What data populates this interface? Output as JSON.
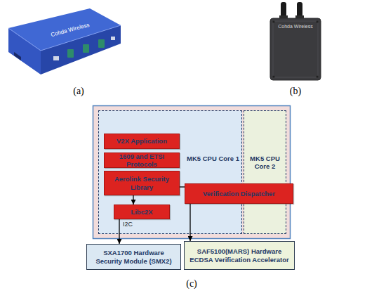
{
  "diagram": {
    "nodes": [
      {
        "text": [
          "MK5 CPU Core 1"
        ]
      },
      {
        "text": [
          "MK5 CPU Core 2"
        ]
      },
      {
        "text": [
          "V2X Application"
        ],
        "in": 0
      },
      {
        "text": [
          "1609 and ETSI Protocols"
        ],
        "in": 0
      },
      {
        "text": [
          "Aerolink Security Library"
        ],
        "in": 0
      },
      {
        "text": [
          "Verification Dispatcher"
        ],
        "in": 0
      },
      {
        "text": [
          "Libc2X"
        ],
        "in": 0
      },
      {
        "text": [
          "SXA1700 Hardware Security Module (SMX2)"
        ]
      },
      {
        "text": [
          "SAF5100(MARS) Hardware ECDSA Verification Accelerator"
        ]
      }
    ],
    "edges": [
      {
        "from": 4,
        "to": 6,
        "arrow": "to"
      },
      {
        "from": 4,
        "to": 5,
        "arrow": "none"
      },
      {
        "from": 6,
        "to": 7,
        "arrow": "to",
        "label": "I2C"
      },
      {
        "from": 5,
        "to": 8,
        "arrow": "to"
      }
    ],
    "labels": [
      "Cohda Wireless",
      "Cohda Wireless",
      "(a)",
      "(b)",
      "(c)"
    ]
  }
}
